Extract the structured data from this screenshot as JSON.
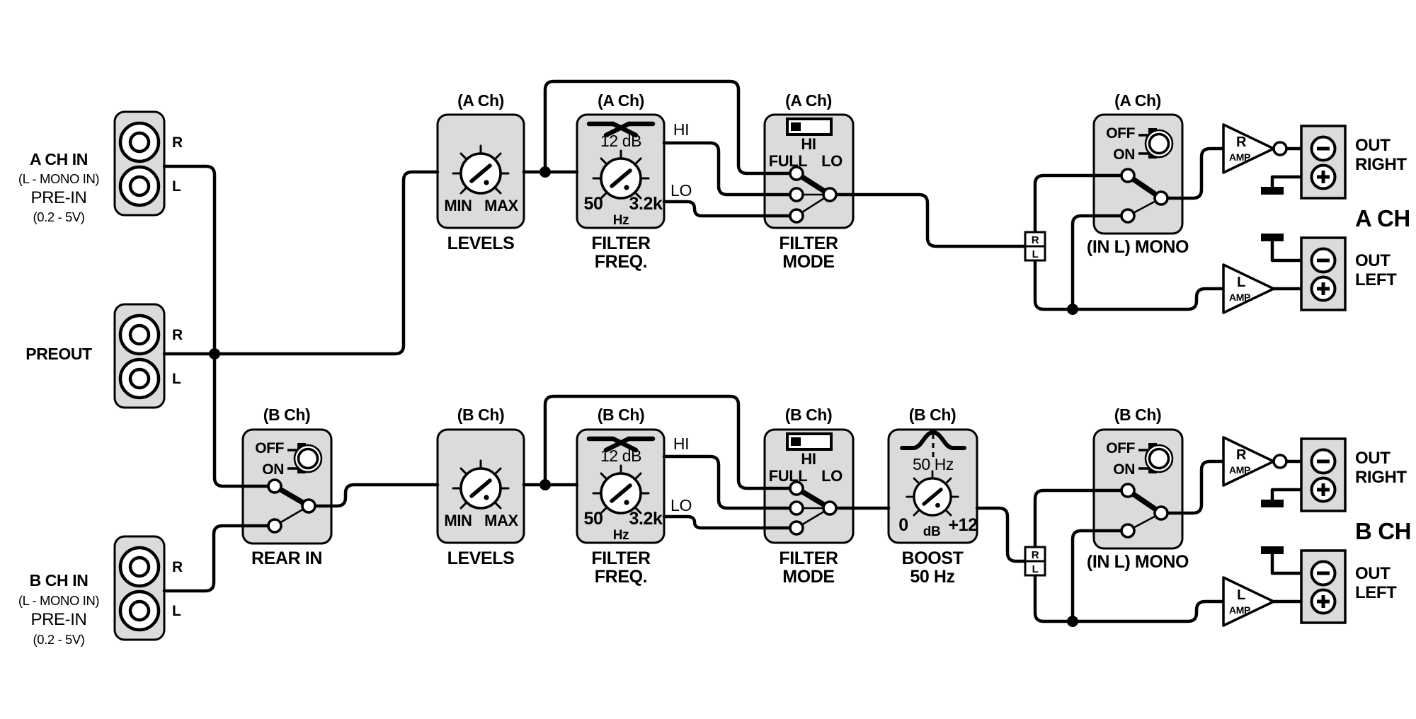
{
  "diagram": {
    "colors": {
      "background": "#ffffff",
      "line": "#000000",
      "block_fill": "#dbdbdb"
    },
    "channel_tags": {
      "a": "(A Ch)",
      "b": "(B Ch)"
    },
    "inputs": {
      "a_ch_in": {
        "title": "A CH IN",
        "mono_note": "(L - MONO IN)",
        "pre": "PRE-IN",
        "range": "(0.2 - 5V)"
      },
      "b_ch_in": {
        "title": "B CH IN",
        "mono_note": "(L - MONO IN)",
        "pre": "PRE-IN",
        "range": "(0.2 - 5V)"
      },
      "preout": {
        "title": "PREOUT"
      },
      "jack_r": "R",
      "jack_l": "L"
    },
    "levels": {
      "label": "LEVELS",
      "min": "MIN",
      "max": "MAX"
    },
    "filter_freq": {
      "label1": "FILTER",
      "label2": "FREQ.",
      "slope": "12 dB",
      "min": "50",
      "max": "3.2k",
      "unit": "Hz",
      "out_hi": "HI",
      "out_lo": "LO"
    },
    "filter_mode": {
      "label1": "FILTER",
      "label2": "MODE",
      "pos_hi": "HI",
      "pos_full": "FULL",
      "pos_lo": "LO"
    },
    "boost": {
      "label1": "BOOST",
      "label2": "50 Hz",
      "freq": "50 Hz",
      "min": "0",
      "unit": "dB",
      "max": "+12"
    },
    "rear_in": {
      "label": "REAR IN",
      "off": "OFF",
      "on": "ON"
    },
    "mono": {
      "label": "(IN L) MONO",
      "off": "OFF",
      "on": "ON"
    },
    "amps": {
      "r": "R",
      "l": "L",
      "amp": "AMP"
    },
    "outputs": {
      "out": "OUT",
      "right": "RIGHT",
      "left": "LEFT",
      "a": "A CH",
      "b": "B CH"
    },
    "split": {
      "r": "R",
      "l": "L"
    },
    "icons": {
      "rca_jack": "rca-jack-icon",
      "knob": "knob-icon",
      "crossover": "crossover-curve-icon",
      "bell_curve": "bell-curve-icon",
      "slide_switch": "slide-switch-icon",
      "push_button": "push-button-icon",
      "ground": "ground-icon",
      "minus": "minus-icon",
      "plus": "plus-icon"
    }
  }
}
